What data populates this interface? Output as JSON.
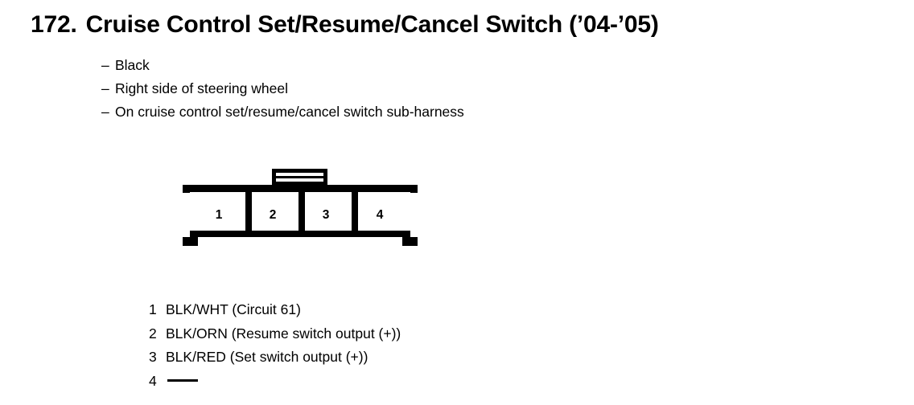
{
  "title": {
    "number": "172.",
    "text": "Cruise Control Set/Resume/Cancel Switch (’04-’05)",
    "full": "172. Cruise Control Set/Resume/Cancel Switch (’04-’05)"
  },
  "notes": {
    "dash": "–",
    "items": [
      "Black",
      "Right side of steering wheel",
      "On cruise control set/resume/cancel switch sub-harness"
    ]
  },
  "connector": {
    "cavity_count": 4,
    "cavity_labels": [
      "1",
      "2",
      "3",
      "4"
    ],
    "outline_color": "#000000",
    "fill_color": "#ffffff",
    "has_locking_tab": true,
    "locking_tab_slots": 2
  },
  "pins": [
    {
      "number": "1",
      "description": "BLK/WHT (Circuit 61)",
      "empty": false
    },
    {
      "number": "2",
      "description": "BLK/ORN (Resume switch output (+))",
      "empty": false
    },
    {
      "number": "3",
      "description": "BLK/RED (Set switch output (+))",
      "empty": false
    },
    {
      "number": "4",
      "description": "—",
      "empty": true
    }
  ]
}
